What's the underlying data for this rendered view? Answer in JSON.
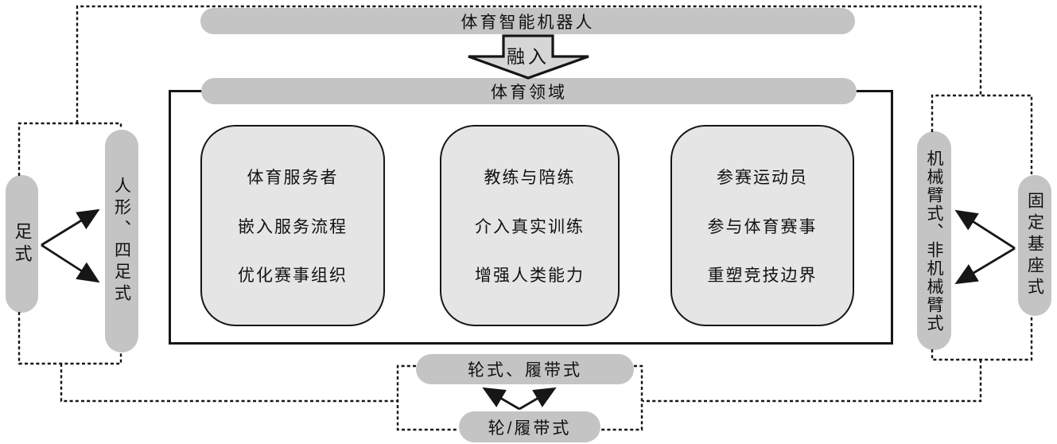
{
  "colors": {
    "bg": "#ffffff",
    "pill-bg": "#c4c4c4",
    "box-bg": "#e5e5e5",
    "arrow-bg": "#d6d6d6",
    "line": "#161616",
    "text": "#111111"
  },
  "top": {
    "title": "体育智能机器人",
    "arrow_label": "融入",
    "domain_label": "体育领域"
  },
  "role_boxes": [
    {
      "lines": [
        "体育服务者",
        "嵌入服务流程",
        "优化赛事组织"
      ]
    },
    {
      "lines": [
        "教练与陪练",
        "介入真实训练",
        "增强人类能力"
      ]
    },
    {
      "lines": [
        "参赛运动员",
        "参与体育赛事",
        "重塑竞技边界"
      ]
    }
  ],
  "left_group": {
    "source_label": "足式",
    "target_label": "人形、四足式"
  },
  "right_group": {
    "source_label": "固定基座式",
    "target_label": "机械臂式、非机械臂式"
  },
  "bottom_group": {
    "source_label": "轮/履带式",
    "target_label": "轮式、履带式"
  }
}
